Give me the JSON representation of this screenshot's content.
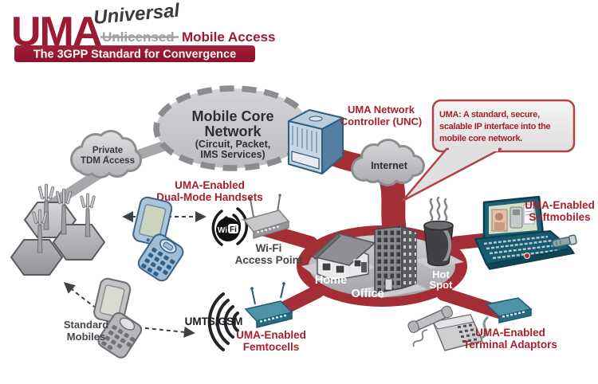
{
  "header": {
    "logo": "UMA",
    "tagline_script": "Universal",
    "tagline_struck": "Unlicensed",
    "tagline_rest": "Mobile Access",
    "banner": "The 3GPP Standard for Convergence"
  },
  "colors": {
    "brand_red": "#9C1B33",
    "band_red": "#A32E36",
    "label_red": "#A6202E",
    "text_dark": "#3E4045",
    "cloud_gray": "#C6C8CA",
    "device_teal": "#2F7D93"
  },
  "clouds": {
    "core": {
      "lines": [
        "Mobile Core",
        "Network",
        "(Circuit, Packet,",
        "IMS Services)"
      ]
    },
    "tdm": {
      "lines": [
        "Private",
        "TDM Access"
      ]
    },
    "internet": {
      "label": "Internet"
    }
  },
  "callout": {
    "lines": [
      "UMA: A standard, secure,",
      "scalable IP interface into the",
      "mobile core network."
    ]
  },
  "labels": {
    "unc": {
      "lines": [
        "UMA Network",
        "Controller (UNC)"
      ]
    },
    "dual_mode": {
      "lines": [
        "UMA-Enabled",
        "Dual-Mode Handsets"
      ]
    },
    "wifi_ap": {
      "lines": [
        "Wi-Fi",
        "Access Point"
      ]
    },
    "softmobiles": {
      "lines": [
        "UMA-Enabled",
        "Softmobiles"
      ]
    },
    "standard_mobiles": {
      "lines": [
        "Standard",
        "Mobiles"
      ]
    },
    "umts_gsm": "UMTS/GSM",
    "femtocells": {
      "lines": [
        "UMA-Enabled",
        "Femtocells"
      ]
    },
    "terminal_adaptors": {
      "lines": [
        "UMA-Enabled",
        "Terminal Adaptors"
      ]
    },
    "home": "Home",
    "office": "Office",
    "hot_spot": {
      "lines": [
        "Hot",
        "Spot"
      ]
    }
  },
  "wifi_logo": {
    "wi": "Wi",
    "fi": "Fi",
    "tm": "™"
  }
}
